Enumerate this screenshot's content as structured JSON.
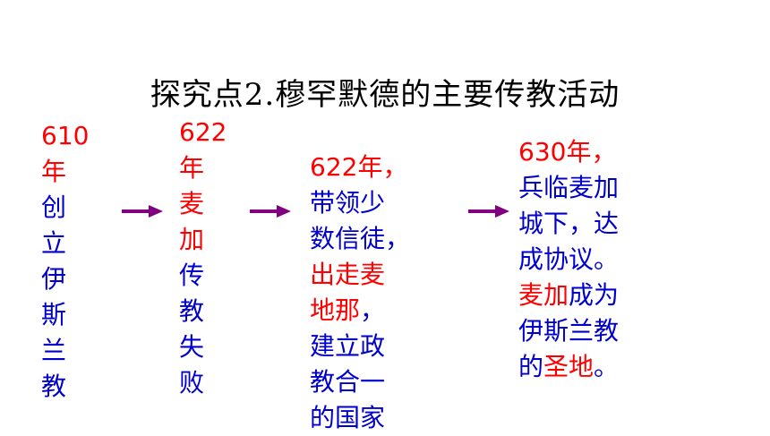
{
  "title": "探究点2.穆罕默德的主要传教活动",
  "colors": {
    "red": "#ff0000",
    "blue": "#0000cc",
    "arrow": "#800080"
  },
  "col1": {
    "year": "610",
    "nian": "年",
    "chars": [
      "创",
      "立",
      "伊",
      "斯",
      "兰",
      "教"
    ]
  },
  "col2": {
    "year": "622",
    "chars_red": [
      "年",
      "麦",
      "加"
    ],
    "chars_blue": [
      "传",
      "教",
      "失",
      "败"
    ]
  },
  "col3": {
    "year": "622年，",
    "line1": "带领少",
    "line2": "数信徒，",
    "line3": "出走麦",
    "line4_red": "地那",
    "line4_blue": "，",
    "line5": "建立政",
    "line6": "教合一",
    "line7": "的国家"
  },
  "col4": {
    "year": "630年，",
    "line1": "兵临麦加",
    "line2": "城下，达",
    "line3": "成协议。",
    "line4_red": "麦加",
    "line4_blue": "成为",
    "line5": "伊斯兰教",
    "line6_blue": "的",
    "line6_red": "圣地",
    "line6_end": "。"
  }
}
